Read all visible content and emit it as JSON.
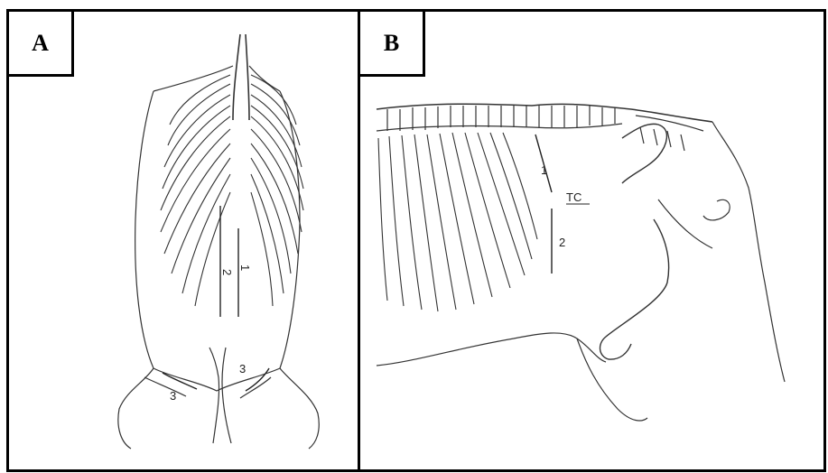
{
  "panels": [
    {
      "tag": "A",
      "labels": {
        "line1": "1",
        "line2": "2",
        "flank_left": "3",
        "flank_right": "3"
      }
    },
    {
      "tag": "B",
      "labels": {
        "line1": "1",
        "tc": "TC",
        "line2": "2"
      }
    }
  ],
  "colors": {
    "border": "#000000",
    "drawing": "#333333",
    "background": "#ffffff"
  }
}
